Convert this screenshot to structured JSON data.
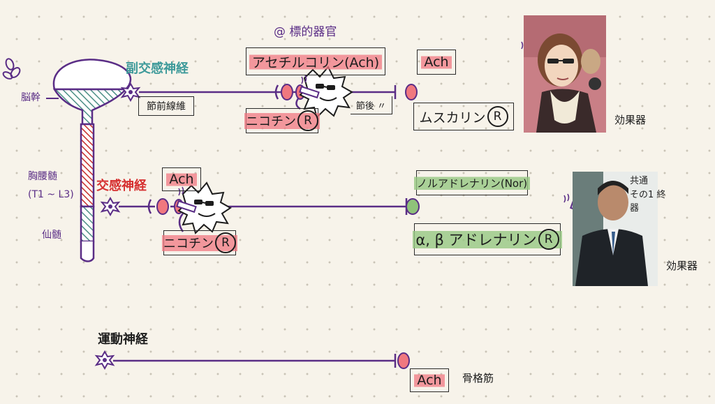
{
  "header": {
    "target_organ": "@ 標的器官"
  },
  "spinal": {
    "brainstem": "脳幹",
    "thoracolumbar": "胸腰髄",
    "thoracolumbar_range": "(T1 ~ L3)",
    "sacral": "仙髄"
  },
  "nerves": {
    "parasympathetic": "副交感神経",
    "sympathetic": "交感神経",
    "motor": "運動神経"
  },
  "labels": {
    "preganglionic": "節前線維",
    "postganglionic": "節後 〃"
  },
  "receptors": {
    "para_pre_transmitter": "アセチルコリン(Ach)",
    "para_pre_receptor": "ニコチン",
    "para_post_transmitter": "Ach",
    "para_post_receptor": "ムスカリン",
    "symp_pre_transmitter": "Ach",
    "symp_pre_receptor": "ニコチン",
    "symp_post_transmitter": "ノルアドレナリン(Nor)",
    "symp_post_receptor": "α, β アドレナリン",
    "motor_transmitter": "Ach",
    "receptor_mark": "R"
  },
  "effectors": {
    "effector_1": "効果器",
    "effector_2": "効果器",
    "skeletal_muscle": "骨格筋"
  },
  "photo_caption": "共通\nその1 終\n器",
  "colors": {
    "ink": "#1d1d1d",
    "nerve_line": "#5a2d86",
    "pink": "#f0787f",
    "green": "#8fc27a",
    "teal": "#3e9a9a",
    "red": "#d63030",
    "spine_red": "#c9302c",
    "spine_teal": "#4c8f86"
  },
  "icons": [
    "flower-icon",
    "neuron-icon",
    "cigarette-icon",
    "synapse-burst-icon"
  ]
}
